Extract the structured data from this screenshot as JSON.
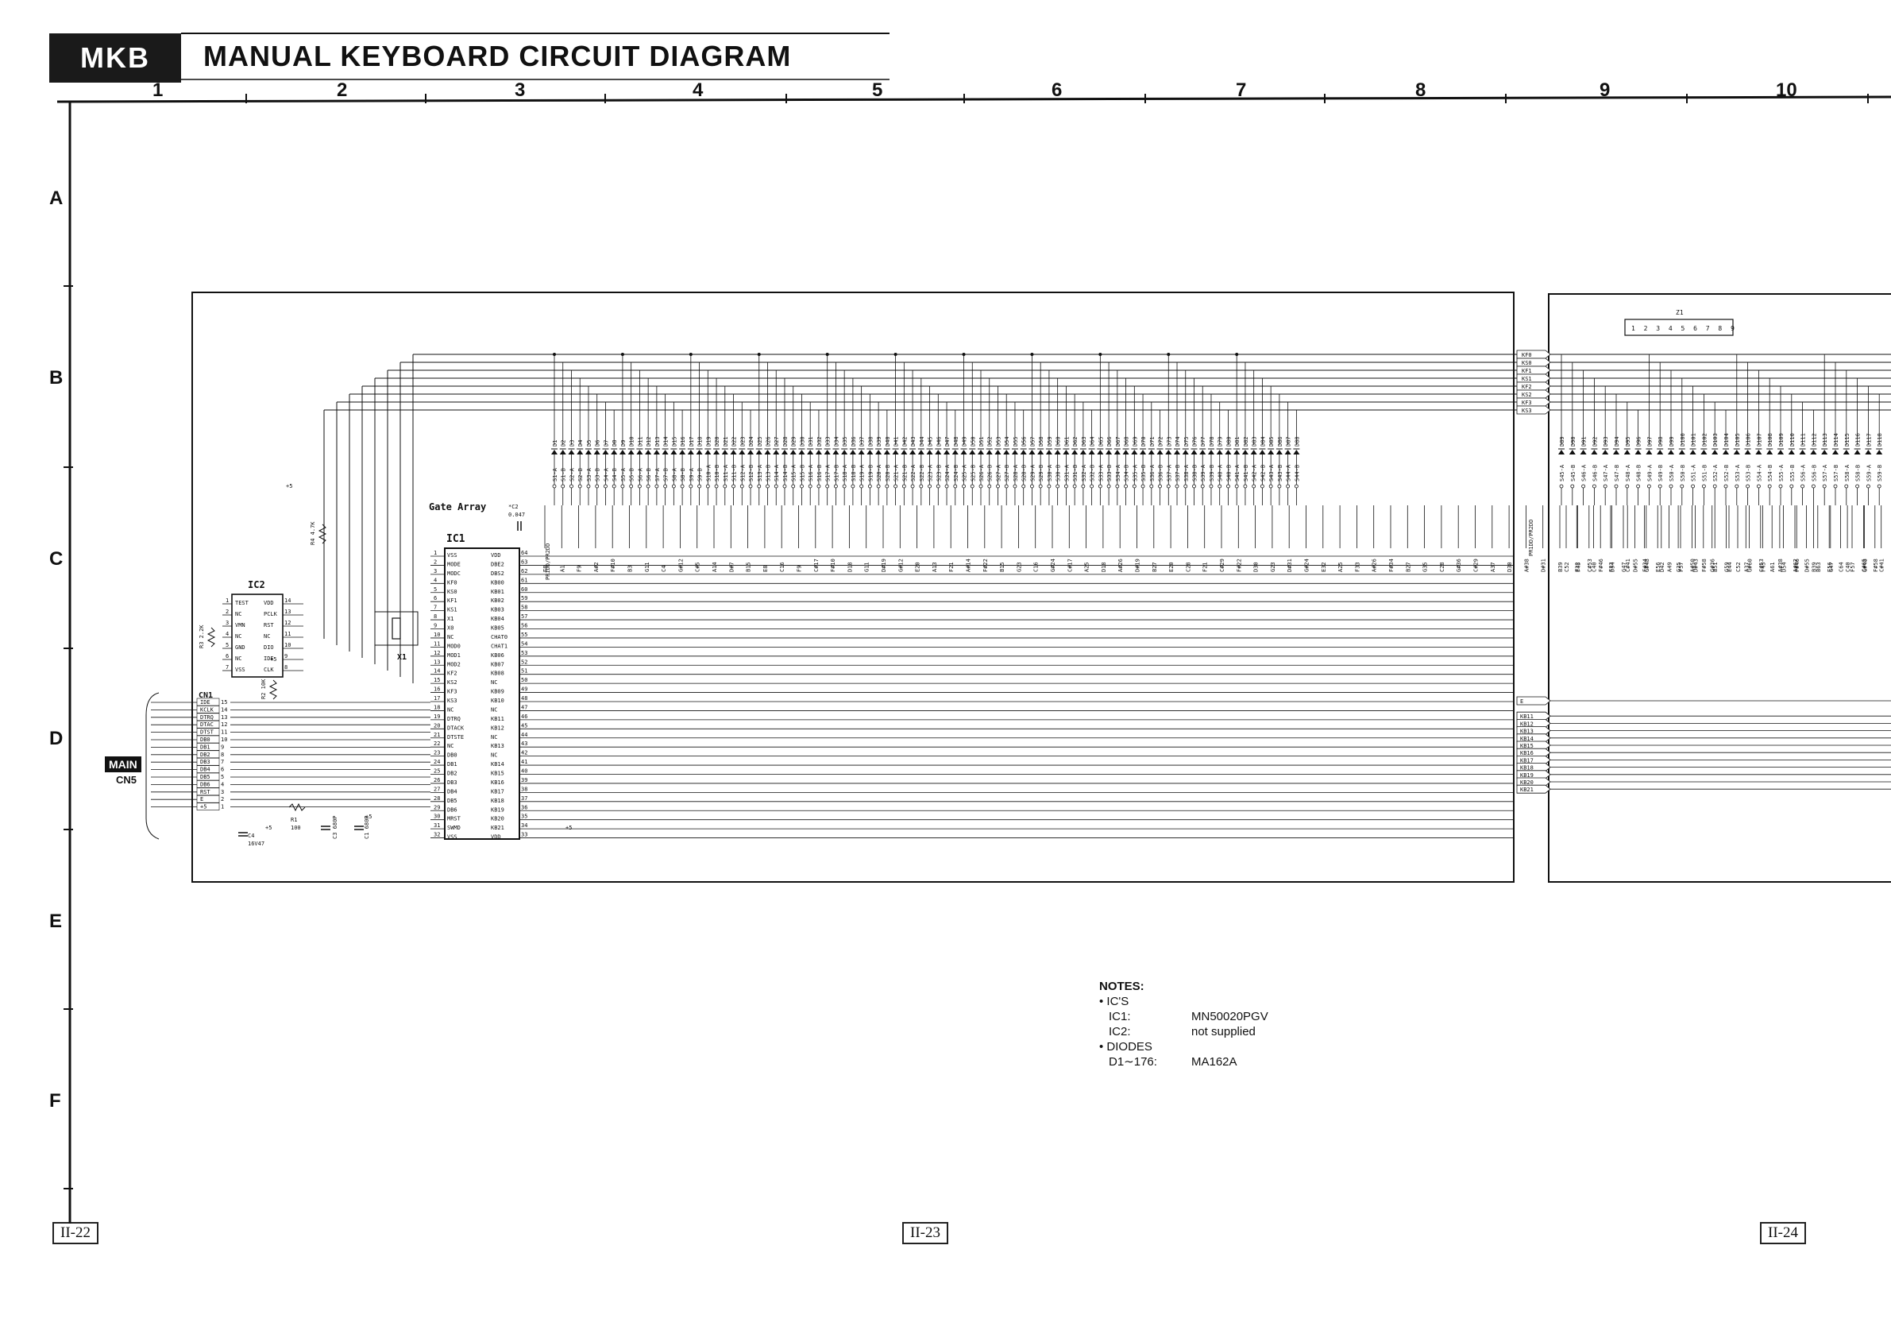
{
  "header": {
    "badge": "MKB",
    "title": "MANUAL KEYBOARD CIRCUIT DIAGRAM"
  },
  "grid": {
    "columns": [
      "1",
      "2",
      "3",
      "4",
      "5",
      "6",
      "7",
      "8",
      "9",
      "10"
    ],
    "rows": [
      "A",
      "B",
      "C",
      "D",
      "E",
      "F"
    ]
  },
  "pages": [
    "II-22",
    "II-23",
    "II-24"
  ],
  "connector_main": {
    "label": "MAIN",
    "sub": "CN5"
  },
  "cn1": {
    "name": "CN1",
    "pins": [
      {
        "sig": "IDE",
        "pin": "15"
      },
      {
        "sig": "KCLK",
        "pin": "14"
      },
      {
        "sig": "DTRQ",
        "pin": "13"
      },
      {
        "sig": "DTAC",
        "pin": "12"
      },
      {
        "sig": "DTST",
        "pin": "11"
      },
      {
        "sig": "DB0",
        "pin": "10"
      },
      {
        "sig": "DB1",
        "pin": "9"
      },
      {
        "sig": "DB2",
        "pin": "8"
      },
      {
        "sig": "DB3",
        "pin": "7"
      },
      {
        "sig": "DB4",
        "pin": "6"
      },
      {
        "sig": "DB5",
        "pin": "5"
      },
      {
        "sig": "DB6",
        "pin": "4"
      },
      {
        "sig": "RST",
        "pin": "3"
      },
      {
        "sig": "E",
        "pin": "2"
      },
      {
        "sig": "+5",
        "pin": "1"
      }
    ]
  },
  "ic2": {
    "name": "IC2",
    "left": [
      {
        "n": "1",
        "s": "TEST"
      },
      {
        "n": "2",
        "s": "NC"
      },
      {
        "n": "3",
        "s": "VMN"
      },
      {
        "n": "4",
        "s": "NC"
      },
      {
        "n": "5",
        "s": "GND"
      },
      {
        "n": "6",
        "s": "NC"
      },
      {
        "n": "7",
        "s": "VSS"
      }
    ],
    "right": [
      {
        "n": "14",
        "s": "VDD"
      },
      {
        "n": "13",
        "s": "PCLK"
      },
      {
        "n": "12",
        "s": "RST"
      },
      {
        "n": "11",
        "s": "NC"
      },
      {
        "n": "10",
        "s": "DIO"
      },
      {
        "n": "9",
        "s": "IDE"
      },
      {
        "n": "8",
        "s": "CLK"
      }
    ]
  },
  "ic1": {
    "name": "IC1",
    "note": "Gate Array",
    "left": [
      {
        "n": "1",
        "s": "VSS"
      },
      {
        "n": "2",
        "s": "MODE"
      },
      {
        "n": "3",
        "s": "MODC"
      },
      {
        "n": "4",
        "s": "KF0"
      },
      {
        "n": "5",
        "s": "KS0"
      },
      {
        "n": "6",
        "s": "KF1"
      },
      {
        "n": "7",
        "s": "KS1"
      },
      {
        "n": "8",
        "s": "X1"
      },
      {
        "n": "9",
        "s": "X0"
      },
      {
        "n": "10",
        "s": "NC"
      },
      {
        "n": "11",
        "s": "MOD0"
      },
      {
        "n": "12",
        "s": "MOD1"
      },
      {
        "n": "13",
        "s": "MOD2"
      },
      {
        "n": "14",
        "s": "KF2"
      },
      {
        "n": "15",
        "s": "KS2"
      },
      {
        "n": "16",
        "s": "KF3"
      },
      {
        "n": "17",
        "s": "KS3"
      },
      {
        "n": "18",
        "s": "NC"
      },
      {
        "n": "19",
        "s": "DTRQ"
      },
      {
        "n": "20",
        "s": "DTACK"
      },
      {
        "n": "21",
        "s": "DTSTE"
      },
      {
        "n": "22",
        "s": "NC"
      },
      {
        "n": "23",
        "s": "DB0"
      },
      {
        "n": "24",
        "s": "DB1"
      },
      {
        "n": "25",
        "s": "DB2"
      },
      {
        "n": "26",
        "s": "DB3"
      },
      {
        "n": "27",
        "s": "DB4"
      },
      {
        "n": "28",
        "s": "DB5"
      },
      {
        "n": "29",
        "s": "DB6"
      },
      {
        "n": "30",
        "s": "MRST"
      },
      {
        "n": "31",
        "s": "SWMD"
      },
      {
        "n": "32",
        "s": "VSS"
      }
    ],
    "right": [
      {
        "n": "64",
        "s": "VDD"
      },
      {
        "n": "63",
        "s": "DBE2"
      },
      {
        "n": "62",
        "s": "DBS2"
      },
      {
        "n": "61",
        "s": "KB00"
      },
      {
        "n": "60",
        "s": "KB01"
      },
      {
        "n": "59",
        "s": "KB02"
      },
      {
        "n": "58",
        "s": "KB03"
      },
      {
        "n": "57",
        "s": "KB04"
      },
      {
        "n": "56",
        "s": "KB05"
      },
      {
        "n": "55",
        "s": "CHAT0"
      },
      {
        "n": "54",
        "s": "CHAT1"
      },
      {
        "n": "53",
        "s": "KB06"
      },
      {
        "n": "52",
        "s": "KB07"
      },
      {
        "n": "51",
        "s": "KB08"
      },
      {
        "n": "50",
        "s": "NC"
      },
      {
        "n": "49",
        "s": "KB09"
      },
      {
        "n": "48",
        "s": "KB10"
      },
      {
        "n": "47",
        "s": "NC"
      },
      {
        "n": "46",
        "s": "KB11"
      },
      {
        "n": "45",
        "s": "KB12"
      },
      {
        "n": "44",
        "s": "NC"
      },
      {
        "n": "43",
        "s": "KB13"
      },
      {
        "n": "42",
        "s": "NC"
      },
      {
        "n": "41",
        "s": "KB14"
      },
      {
        "n": "40",
        "s": "KB15"
      },
      {
        "n": "39",
        "s": "KB16"
      },
      {
        "n": "38",
        "s": "KB17"
      },
      {
        "n": "37",
        "s": "KB18"
      },
      {
        "n": "36",
        "s": "KB19"
      },
      {
        "n": "35",
        "s": "KB20"
      },
      {
        "n": "34",
        "s": "KB21"
      },
      {
        "n": "33",
        "s": "VDD"
      }
    ]
  },
  "parts": {
    "x1": "X1",
    "r1": "R1",
    "r1v": "100",
    "r2": "R2 10K",
    "r3": "R3 2.2K",
    "r4": "R4 4.7K",
    "c1": "C1 680P",
    "c3": "C3 680P",
    "c2": "*C2",
    "c2v": "0.047",
    "c4": "C4",
    "c4v": "16V47",
    "plus5": "+5",
    "z1": "Z1",
    "z1pins": "1 2 3 4 5 6 7 8 9"
  },
  "bus_labels": {
    "top": [
      "KF0",
      "KS0",
      "KF1",
      "KS1",
      "KF2",
      "KS2",
      "KF3",
      "KS3"
    ],
    "bottom": [
      "E",
      "KB11",
      "KB12",
      "KB13",
      "KB14",
      "KB15",
      "KB16",
      "KB17",
      "KB18",
      "KB19",
      "KB20",
      "KB21"
    ],
    "pr_left": "PR1DD/PR2DD",
    "pr_right": "PR1DD/PR2DD"
  },
  "diode_labels_left": [
    "D1",
    "D2",
    "D3",
    "D4",
    "D5",
    "D6",
    "D7",
    "D8",
    "D9",
    "D10",
    "D11",
    "D12",
    "D13",
    "D14",
    "D15",
    "D16",
    "D17",
    "D18",
    "D19",
    "D20",
    "D21",
    "D22",
    "D23",
    "D24",
    "D25",
    "D26",
    "D27",
    "D28",
    "D29",
    "D30",
    "D31",
    "D32",
    "D33",
    "D34",
    "D35",
    "D36",
    "D37",
    "D38",
    "D39",
    "D40",
    "D41",
    "D42",
    "D43",
    "D44",
    "D45",
    "D46",
    "D47",
    "D48",
    "D49",
    "D50",
    "D51",
    "D52",
    "D53",
    "D54",
    "D55",
    "D56",
    "D57",
    "D58",
    "D59",
    "D60",
    "D61",
    "D62",
    "D63",
    "D64",
    "D65",
    "D66",
    "D67",
    "D68",
    "D69",
    "D70",
    "D71",
    "D72",
    "D73",
    "D74",
    "D75",
    "D76",
    "D77",
    "D78",
    "D79",
    "D80",
    "D81",
    "D82",
    "D83",
    "D84",
    "D85",
    "D86",
    "D87",
    "D88"
  ],
  "diode_labels_right": [
    "D89",
    "D90",
    "D91",
    "D92",
    "D93",
    "D94",
    "D95",
    "D96",
    "D97",
    "D98",
    "D99",
    "D100",
    "D101",
    "D102",
    "D103",
    "D104",
    "D105",
    "D106",
    "D107",
    "D108",
    "D109",
    "D110",
    "D111",
    "D112",
    "D113",
    "D114",
    "D115",
    "D116",
    "D117",
    "D118"
  ],
  "switch_labels_left": [
    "S1-A",
    "S1-B",
    "S2-A",
    "S2-B",
    "S3-A",
    "S3-B",
    "S4-A",
    "S4-B",
    "S5-A",
    "S5-B",
    "S6-A",
    "S6-B",
    "S7-A",
    "S7-B",
    "S8-A",
    "S8-B",
    "S9-A",
    "S9-B",
    "S10-A",
    "S10-B",
    "S11-A",
    "S11-B",
    "S12-A",
    "S12-B",
    "S13-A",
    "S13-B",
    "S14-A",
    "S14-B",
    "S15-A",
    "S15-B",
    "S16-A",
    "S16-B",
    "S17-A",
    "S17-B",
    "S18-A",
    "S18-B",
    "S19-A",
    "S19-B",
    "S20-A",
    "S20-B",
    "S21-A",
    "S21-B",
    "S22-A",
    "S22-B",
    "S23-A",
    "S23-B",
    "S24-A",
    "S24-B",
    "S25-A",
    "S25-B",
    "S26-A",
    "S26-B",
    "S27-A",
    "S27-B",
    "S28-A",
    "S28-B",
    "S29-A",
    "S29-B",
    "S30-A",
    "S30-B",
    "S31-A",
    "S31-B",
    "S32-A",
    "S32-B",
    "S33-A",
    "S33-B",
    "S34-A",
    "S34-B",
    "S35-A",
    "S35-B",
    "S36-A",
    "S36-B",
    "S37-A",
    "S37-B",
    "S38-A",
    "S38-B",
    "S39-A",
    "S39-B",
    "S40-A",
    "S40-B",
    "S41-A",
    "S41-B",
    "S42-A",
    "S42-B",
    "S43-A",
    "S43-B",
    "S44-A",
    "S44-B"
  ],
  "switch_labels_right": [
    "S45-A",
    "S45-B",
    "S46-A",
    "S46-B",
    "S47-A",
    "S47-B",
    "S48-A",
    "S48-B",
    "S49-A",
    "S49-B",
    "S50-A",
    "S50-B",
    "S51-A",
    "S51-B",
    "S52-A",
    "S52-B",
    "S53-A",
    "S53-B",
    "S54-A",
    "S54-B",
    "S55-A",
    "S55-B",
    "S56-A",
    "S56-B",
    "S57-A",
    "S57-B",
    "S58-A",
    "S58-B",
    "S59-A",
    "S59-B"
  ],
  "note_labels_left": [
    "E8",
    "A1",
    "F9",
    "A#2",
    "F#10",
    "B3",
    "G11",
    "C4",
    "G#12",
    "C#5",
    "A14",
    "D#7",
    "B15",
    "E8",
    "C16",
    "F9",
    "C#17",
    "F#10",
    "D18",
    "G11",
    "D#19",
    "G#12",
    "E20",
    "A13",
    "F21",
    "A#14",
    "F#22",
    "B15",
    "G23",
    "C16",
    "G#24",
    "C#17",
    "A25",
    "D18",
    "A#26",
    "D#19",
    "B27",
    "E20",
    "C28",
    "F21",
    "C#29",
    "F#22",
    "D30",
    "G23",
    "D#31",
    "G#24",
    "E32",
    "A25",
    "F33",
    "A#26",
    "F#34",
    "B27",
    "G35",
    "C28",
    "G#36",
    "C#29",
    "A37",
    "D30",
    "A#38",
    "D#31",
    "B39",
    "E32",
    "C40",
    "F33",
    "C#41",
    "F#34",
    "D42",
    "G35",
    "D#43",
    "G#36",
    "E44",
    "A37",
    "F45",
    "A#38",
    "F#46",
    "B39",
    "G47",
    "C40",
    "G#48",
    "C#41",
    "A49",
    "D42",
    "A#50",
    "D#43",
    "B51",
    "E44",
    "C52",
    "F45"
  ],
  "note_labels_right": [
    "C52",
    "F45",
    "C#53",
    "F#46",
    "D54",
    "G47",
    "D#55",
    "G#48",
    "E56",
    "A49",
    "F57",
    "A#50",
    "F#58",
    "B51",
    "G59",
    "C52",
    "G#60",
    "C#53",
    "A61",
    "D54",
    "A#62",
    "D#55",
    "B63",
    "E56",
    "C64",
    "F57",
    "C#65",
    "F#58",
    "D66",
    "G59"
  ],
  "notes": {
    "heading": "NOTES:",
    "ics_heading": "• IC'S",
    "ic1_label": "IC1:",
    "ic1_value": "MN50020PGV",
    "ic2_label": "IC2:",
    "ic2_value": "not supplied",
    "diodes_heading": "• DIODES",
    "diodes_label": "D1∼176:",
    "diodes_value": "MA162A"
  }
}
